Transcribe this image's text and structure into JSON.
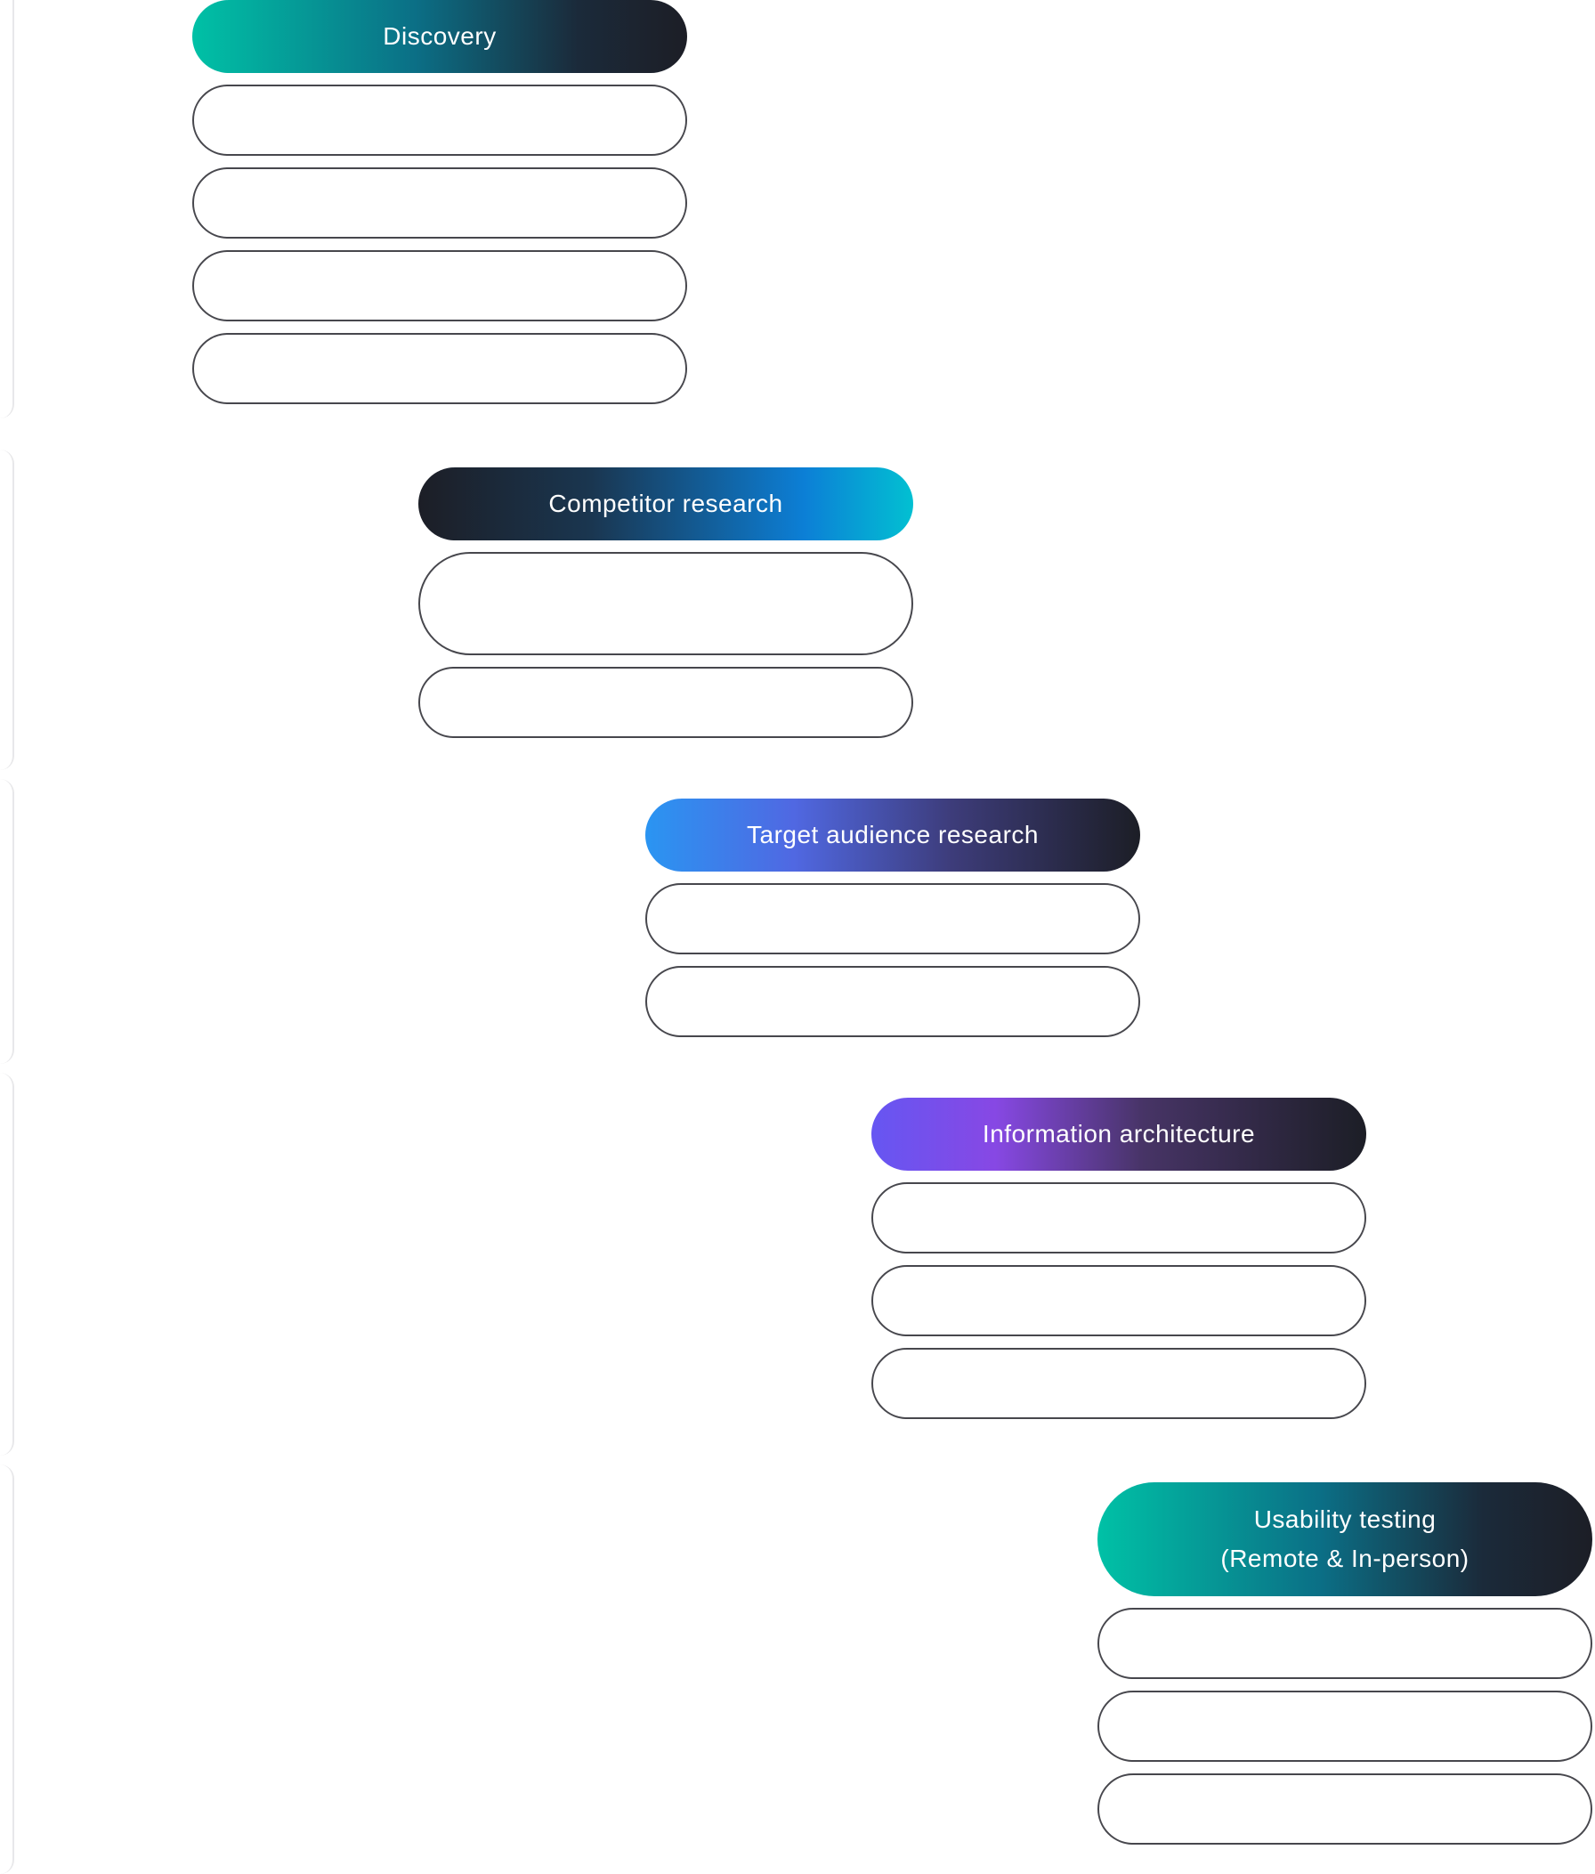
{
  "stages": [
    {
      "title": "Discovery",
      "items": [
        "",
        "",
        "",
        ""
      ]
    },
    {
      "title": "Competitor research",
      "items": [
        "",
        ""
      ]
    },
    {
      "title": "Target audience research",
      "items": [
        "",
        ""
      ]
    },
    {
      "title": "Information architecture",
      "items": [
        "",
        "",
        ""
      ]
    },
    {
      "title": "Usability testing\n(Remote & In-person)",
      "items": [
        "",
        "",
        ""
      ]
    }
  ],
  "colors": {
    "item_border": "#47474d",
    "teal": "#00c1a6",
    "blue": "#0c7fd6",
    "violet": "#5068e2",
    "purple": "#8748e4",
    "dark": "#1c1e26"
  }
}
